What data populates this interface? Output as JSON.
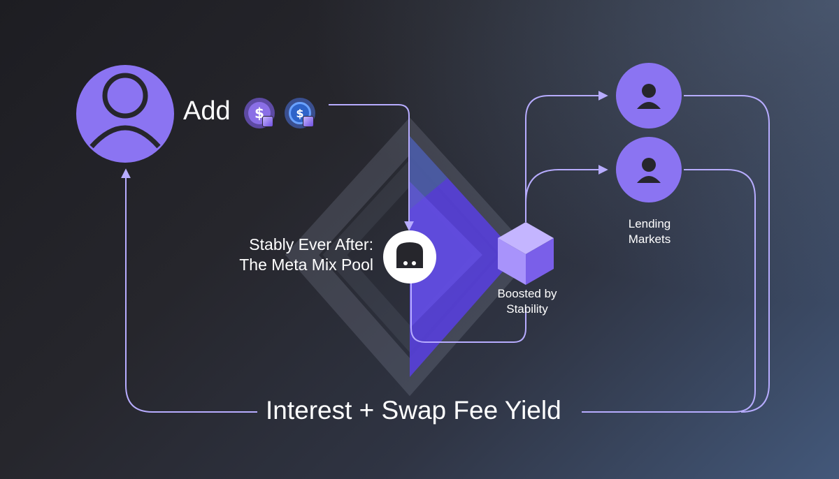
{
  "user": {
    "avatar_icon": "user-avatar-icon"
  },
  "add": {
    "label": "Add",
    "tokens": [
      {
        "icon": "stablecoin-dollar-icon",
        "glyph": "$"
      },
      {
        "icon": "stablecoin-usdc-icon",
        "glyph": "$"
      }
    ]
  },
  "pool": {
    "label_line1": "Stably Ever After:",
    "label_line2": "The Meta Mix Pool",
    "icon": "ghost-pool-icon"
  },
  "boost": {
    "label_line1": "Boosted by",
    "label_line2": "Stability",
    "icon": "cube-icon"
  },
  "lending": {
    "label_line1": "Lending",
    "label_line2": "Markets",
    "icons": [
      "lending-market-user-icon",
      "lending-market-user-icon"
    ]
  },
  "yield": {
    "label": "Interest + Swap Fee Yield"
  },
  "colors": {
    "accent": "#8b74f2",
    "line": "#b7acff",
    "pool_fill": "#5740d8",
    "cube_top": "#c4b5ff",
    "cube_left": "#a893fb",
    "cube_right": "#7a5fe9"
  }
}
